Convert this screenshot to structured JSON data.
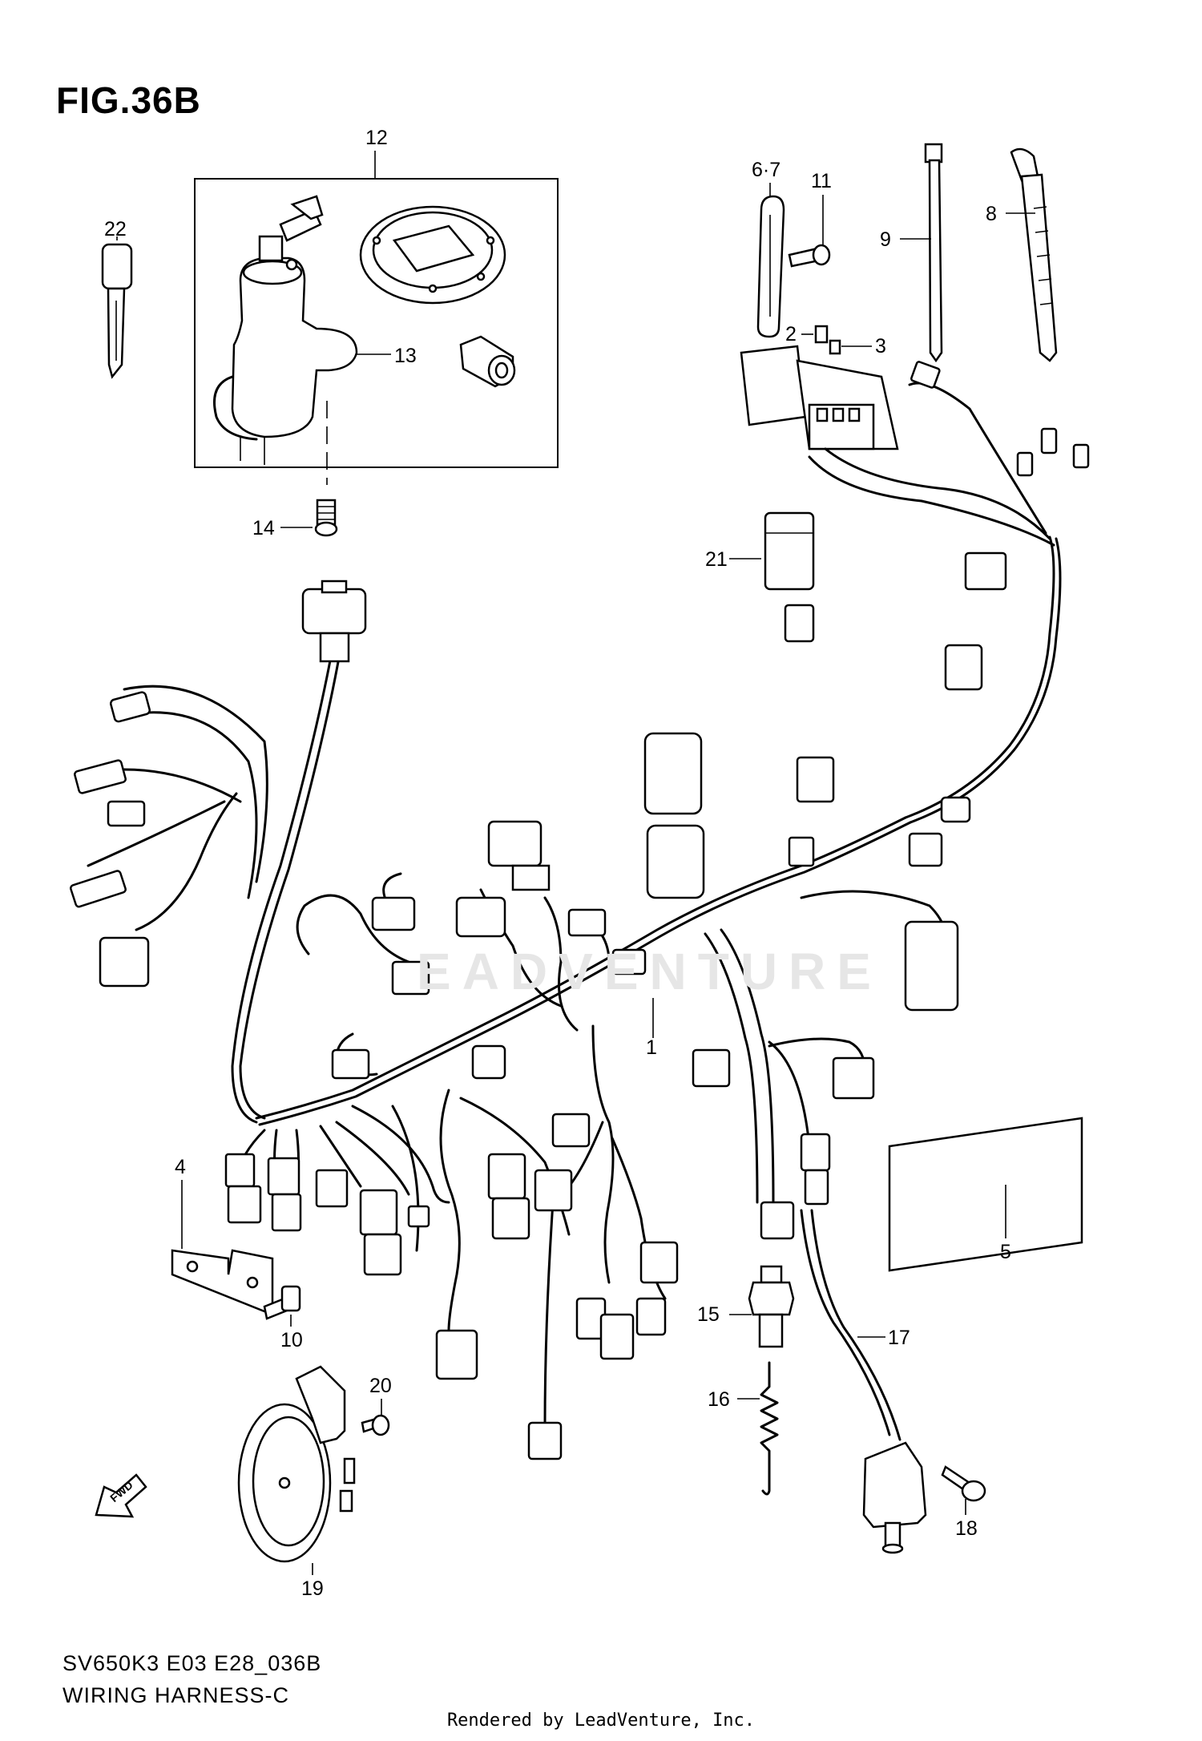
{
  "figure": {
    "title": "FIG.36B",
    "model_code": "SV650K3 E03 E28_036B",
    "caption": "WIRING HARNESS-C",
    "credit": "Rendered by LeadVenture, Inc.",
    "watermark": "EADVENTURE"
  },
  "parts": [
    {
      "ref": "1"
    },
    {
      "ref": "2"
    },
    {
      "ref": "3"
    },
    {
      "ref": "4"
    },
    {
      "ref": "5"
    },
    {
      "ref": "6·7"
    },
    {
      "ref": "8"
    },
    {
      "ref": "9"
    },
    {
      "ref": "10"
    },
    {
      "ref": "11"
    },
    {
      "ref": "12"
    },
    {
      "ref": "13"
    },
    {
      "ref": "14"
    },
    {
      "ref": "15"
    },
    {
      "ref": "16"
    },
    {
      "ref": "17"
    },
    {
      "ref": "18"
    },
    {
      "ref": "19"
    },
    {
      "ref": "20"
    },
    {
      "ref": "21"
    },
    {
      "ref": "22"
    }
  ],
  "fwd_label": "FWD"
}
